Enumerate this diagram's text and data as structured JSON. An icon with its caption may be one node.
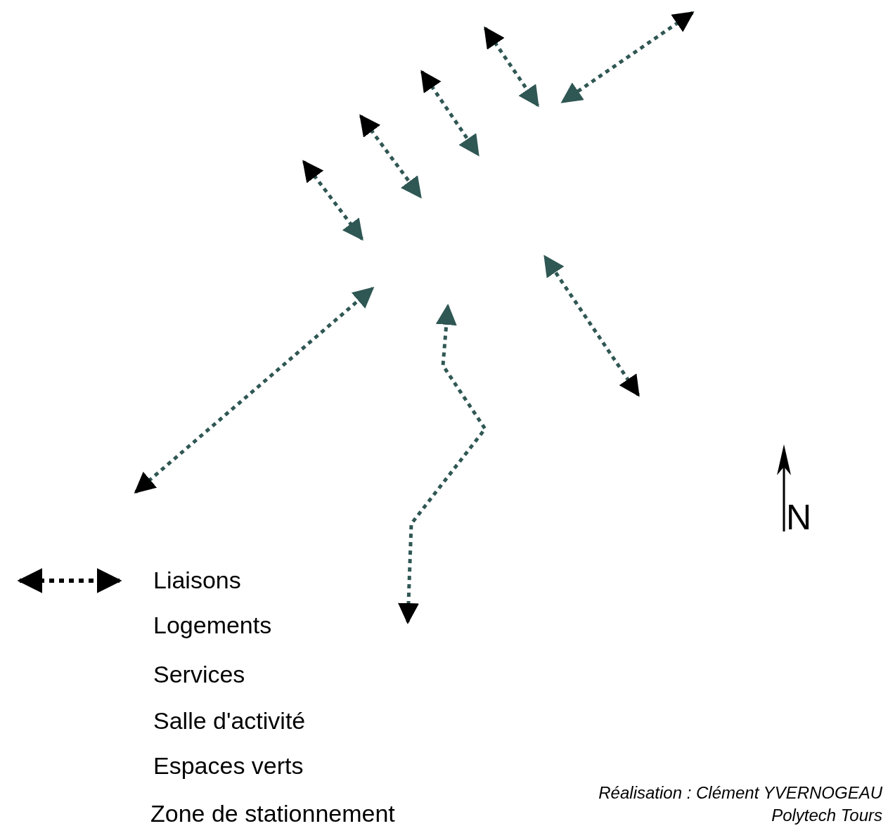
{
  "diagram": {
    "labels": [
      "N",
      "Réalisation : Clément YVERNOGEAU",
      "Polytech Tours"
    ],
    "legend": [
      {
        "text": "Liaisons"
      },
      {
        "text": "Logements"
      },
      {
        "text": "Services"
      },
      {
        "text": "Salle d'activité"
      },
      {
        "text": "Espaces verts"
      },
      {
        "text": "Zone de stationnement"
      }
    ]
  }
}
